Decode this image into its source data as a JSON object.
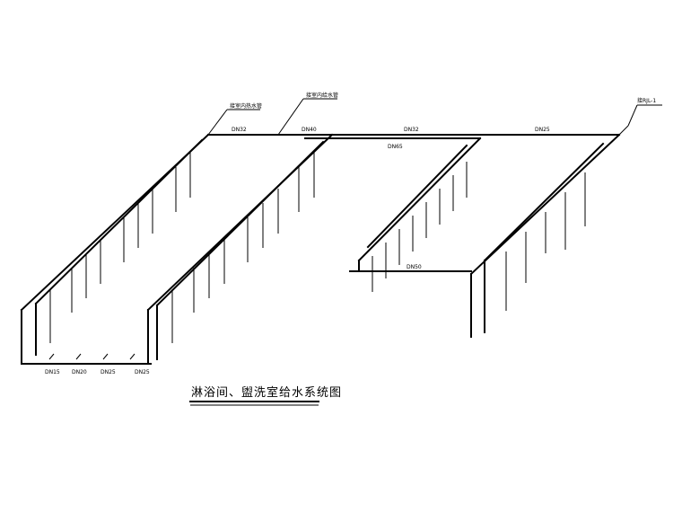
{
  "title": "淋浴间、盥洗室给水系统图",
  "labels": {
    "source_hot": "接室内热水管",
    "source_cold": "接室内给水管",
    "riser_ref": "接RJL-1",
    "main_dn32_a": "DN32",
    "main_dn40": "DN40",
    "main_dn32_b": "DN32",
    "main_dn25": "DN25",
    "branch_dn65": "DN65",
    "branch_dn50": "DN50",
    "bottom_dn15": "DN15",
    "bottom_dn20": "DN20",
    "bottom_dn25_a": "DN25",
    "bottom_dn25_b": "DN25"
  },
  "colors": {
    "line": "#000000",
    "background": "#ffffff"
  }
}
